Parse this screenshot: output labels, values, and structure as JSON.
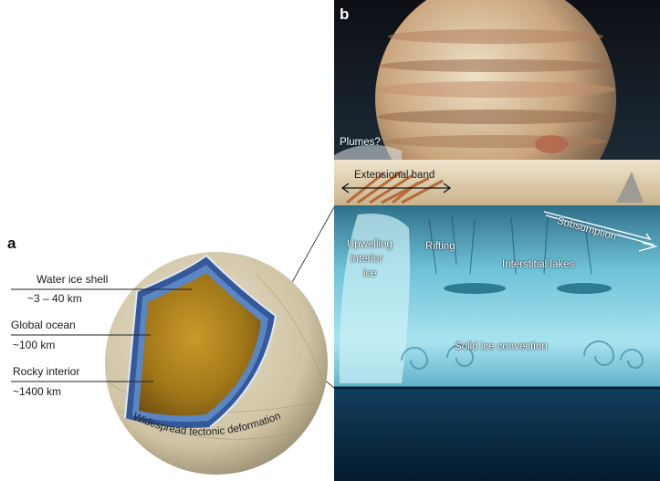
{
  "panel_a": {
    "panel_label": "a",
    "layers": [
      {
        "name": "Water ice shell",
        "thickness": "~3 – 40 km"
      },
      {
        "name": "Global ocean",
        "thickness": "~100 km"
      },
      {
        "name": "Rocky interior",
        "thickness": "~1400 km"
      }
    ],
    "surface_label": "Widespread tectonic deformation"
  },
  "panel_b": {
    "panel_label": "b",
    "labels": {
      "plumes": "Plumes?",
      "extensional_band": "Extensional band",
      "upwelling_line1": "Upwelling",
      "upwelling_line2": "interior",
      "upwelling_line3": "ice",
      "rifting": "Rifting",
      "subsumption": "Subsumption",
      "interstitial_lakes": "Interstitial lakes",
      "solid_ice_convection": "Solid ice convection"
    }
  },
  "colors": {
    "ice_surface": "#d9cfb6",
    "ice_shell_blue": "#3a5fa0",
    "rocky_core": "#a8801e",
    "ice_water_panel": "#7fd2e6",
    "ocean_deep": "#0c3a5a",
    "jupiter_band": "#c8a27a"
  }
}
